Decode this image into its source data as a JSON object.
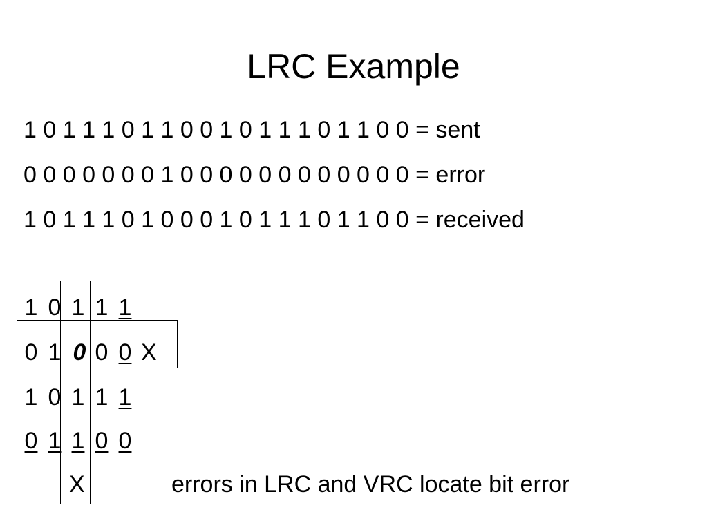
{
  "title": "LRC Example",
  "sent": {
    "bits": "1 0 1 1 1 0 1 1 0 0 1 0 1 1 1 0 1 1 0 0",
    "label": "= sent"
  },
  "error": {
    "bits": "0 0 0 0 0 0 0 1 0 0 0 0 0 0 0 0 0 0 0 0",
    "label": "= error"
  },
  "received": {
    "bits": "1 0 1 1 1 0 1 0 0 0 1 0 1 1 1 0 1 1 0 0",
    "label": "= received"
  },
  "grid": {
    "rows": [
      {
        "cells": [
          "1",
          "0",
          "1",
          "1",
          "1"
        ],
        "underlined": [
          false,
          false,
          false,
          false,
          true
        ],
        "emphasized": [
          false,
          false,
          false,
          false,
          false
        ]
      },
      {
        "cells": [
          "0",
          "1",
          "0",
          "0",
          "0"
        ],
        "underlined": [
          false,
          false,
          false,
          false,
          true
        ],
        "emphasized": [
          false,
          false,
          true,
          false,
          false
        ],
        "mark": "X"
      },
      {
        "cells": [
          "1",
          "0",
          "1",
          "1",
          "1"
        ],
        "underlined": [
          false,
          false,
          false,
          false,
          true
        ],
        "emphasized": [
          false,
          false,
          false,
          false,
          false
        ]
      },
      {
        "cells": [
          "0",
          "1",
          "1",
          "0",
          "0"
        ],
        "underlined": [
          true,
          true,
          true,
          true,
          true
        ],
        "emphasized": [
          false,
          false,
          false,
          false,
          false
        ]
      }
    ],
    "column_mark": "X"
  },
  "note": "errors in LRC and VRC locate bit error"
}
